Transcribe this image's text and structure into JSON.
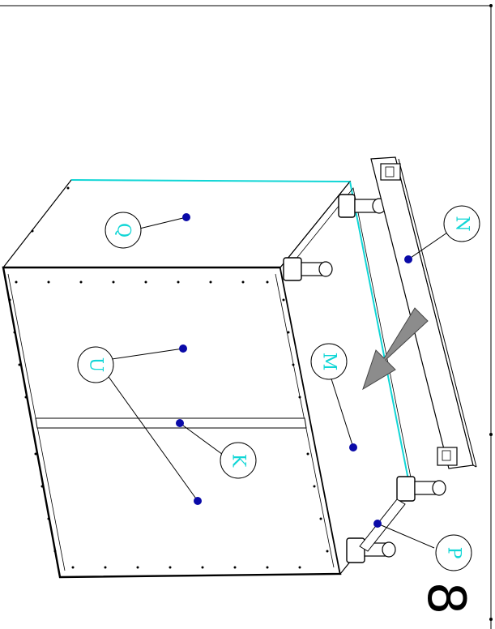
{
  "callouts": {
    "q": "Q",
    "u": "U",
    "m": "M",
    "n": "N",
    "k": "K",
    "p": "P"
  },
  "step_number": "8",
  "colors": {
    "callout_text": "#11d6d6",
    "highlight_edge": "#11d6d6",
    "leader_dot": "#0a0aa8",
    "arrow_fill": "#8c8c8c",
    "line": "#000000"
  },
  "icons": [
    "assembly-arrow-icon"
  ]
}
